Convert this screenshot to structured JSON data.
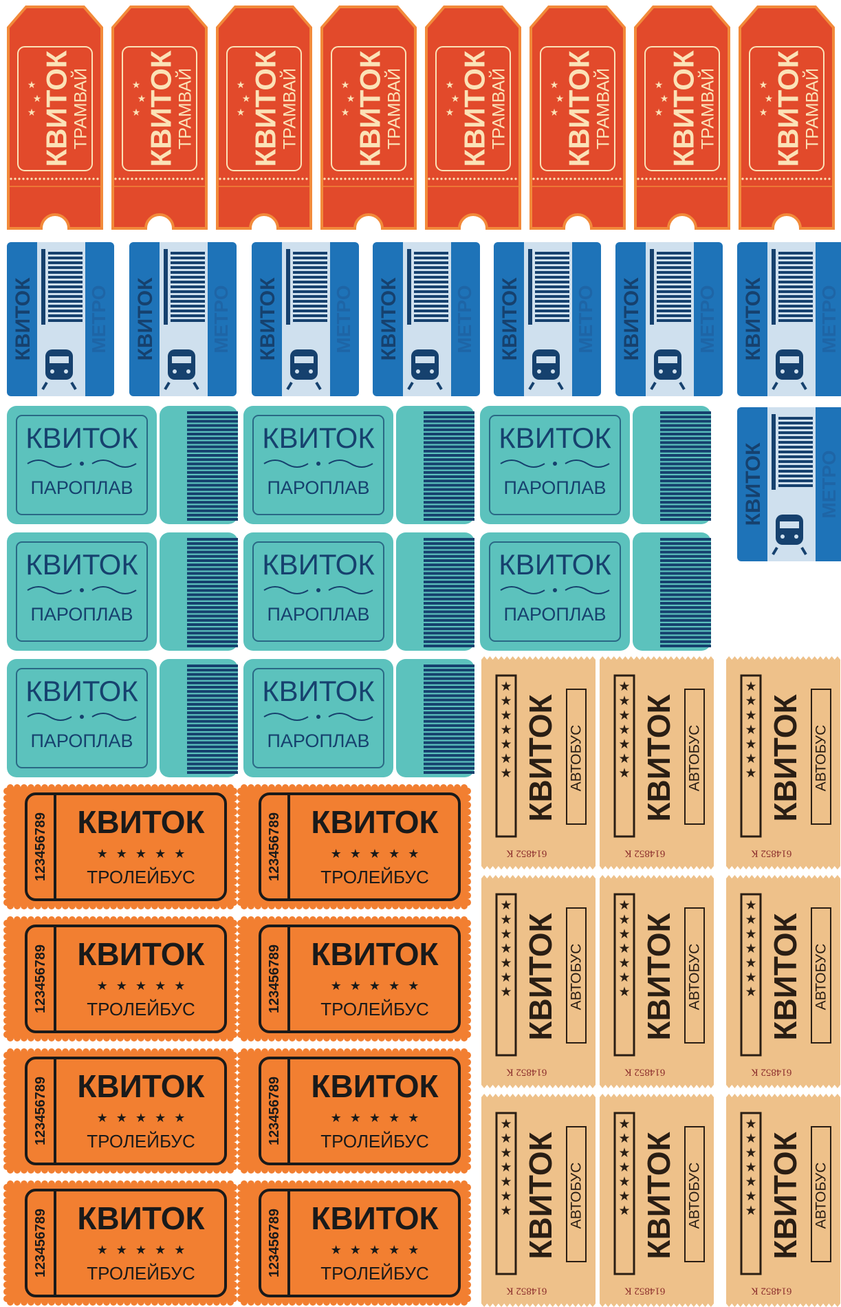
{
  "colors": {
    "tram": "#e24a2b",
    "tram_border": "#f28a3a",
    "tram_cream": "#fbe2b7",
    "metro_blue": "#1e73b8",
    "metro_light": "#cfe0ee",
    "metro_dark": "#16416e",
    "steamer_teal": "#5cc2bd",
    "steamer_dark": "#16416e",
    "trolleybus_orange": "#f27f31",
    "trolleybus_dark": "#1a1a1a",
    "bus_beige": "#eec18a",
    "bus_dark": "#2a1e14",
    "bus_serial": "#8a2b2b"
  },
  "tickets": {
    "tram": {
      "word": "КВИТОК",
      "transport": "ТРАМВАЙ",
      "icon": "star-icon",
      "count": 8
    },
    "metro": {
      "word": "КВИТОК",
      "transport": "МЕТРО",
      "icon": "train-icon",
      "count": 8
    },
    "steamer": {
      "word": "КВИТОК",
      "transport": "ПАРОПЛАВ",
      "icon": "barcode-icon",
      "count": 8
    },
    "trolleybus": {
      "word": "КВИТОК",
      "transport": "ТРОЛЕЙБУС",
      "stars": "★★★★★",
      "number": "123456789",
      "count": 8
    },
    "bus": {
      "word": "КВИТОК",
      "transport": "АВТОБУС",
      "stars": "★ ★ ★ ★ ★ ★ ★",
      "serial": "614852 К",
      "count": 9
    }
  }
}
